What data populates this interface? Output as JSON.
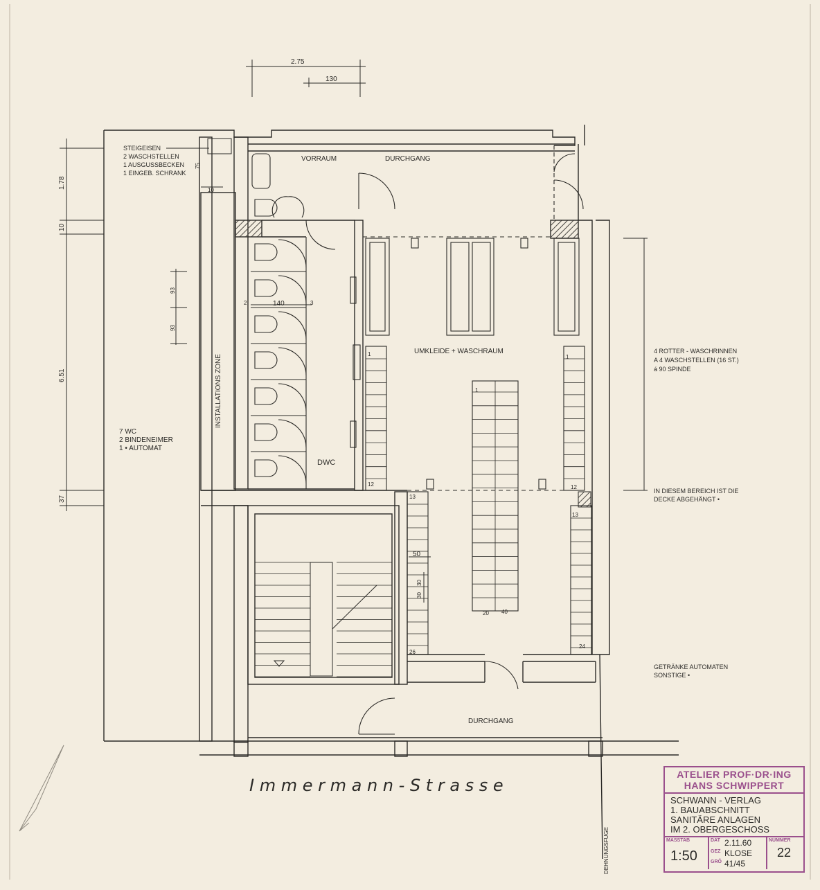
{
  "room_labels": {
    "vorraum": "VORRAUM",
    "durchgang_top": "DURCHGANG",
    "umkleide": "UMKLEIDE + WASCHRAUM",
    "dwc": "DWC",
    "installations_zone": "INSTALLATIONS ZONE",
    "durchgang_bottom": "DURCHGANG",
    "dehnungsfuge": "DEHNUNGSFUGE"
  },
  "notes": {
    "left_top": [
      "STEIGEISEN",
      "2 WASCHSTELLEN",
      "1 AUSGUSSBECKEN",
      "1 EINGEB. SCHRANK"
    ],
    "left_mid": [
      "7 WC",
      "2 BINDENEIMER",
      "1      •   AUTOMAT"
    ],
    "right_top": [
      "4 ROTTER - WASCHRINNEN",
      "A 4 WASCHSTELLEN  (16 ST.)",
      "á 90 SPINDE"
    ],
    "right_mid": [
      "IN DIESEM BEREICH  IST DIE",
      "DECKE  ABGEHÄNGT •"
    ],
    "right_bottom": [
      "GETRÄNKE AUTOMATEN",
      "SONSTIGE          •"
    ],
    "street": "I m m e r m a n n - S t r a s s e"
  },
  "dimensions": {
    "d275": "2.75",
    "d130": "130",
    "d178": "1.78",
    "d10v": "10",
    "d651": "6.51",
    "d37": "37",
    "d75": "75",
    "d10h": "10",
    "d93a": "93",
    "d93b": "93",
    "d140": "140",
    "d2": "2",
    "d3": "3",
    "d50": "50",
    "d30a": "30",
    "d30b": "30"
  },
  "locker_numbers": {
    "l1a": "1",
    "l12a": "12",
    "l1b": "1",
    "l1c": "1",
    "l12b": "12",
    "l13a": "13",
    "l13b": "13",
    "l26": "26",
    "l24": "24",
    "l20": "20",
    "l40": "40"
  },
  "stamp": {
    "atelier_line1": "ATELIER PROF·DR·ING",
    "atelier_line2": "HANS SCHWIPPERT",
    "project_line1": "SCHWANN - VERLAG",
    "project_line2": "1. BAUABSCHNITT",
    "project_line3": "SANITÄRE ANLAGEN",
    "project_line4": "IM  2. OBERGESCHOSS",
    "masstab_caption": "MASSTAB",
    "masstab_value": "1:50",
    "datum_caption": "DAT",
    "datum_value": "2.11.60",
    "gez_caption": "GEZ",
    "gez_value": "KLOSE",
    "gr_caption": "GRÖ",
    "gr_value": "41/45",
    "nummer_caption": "NUMMER",
    "nummer_value": "22"
  },
  "colors": {
    "paper": "#f3ede0",
    "ink": "#2b2a27",
    "stamp": "#9a4f8c",
    "hatch": "#4a4742"
  }
}
